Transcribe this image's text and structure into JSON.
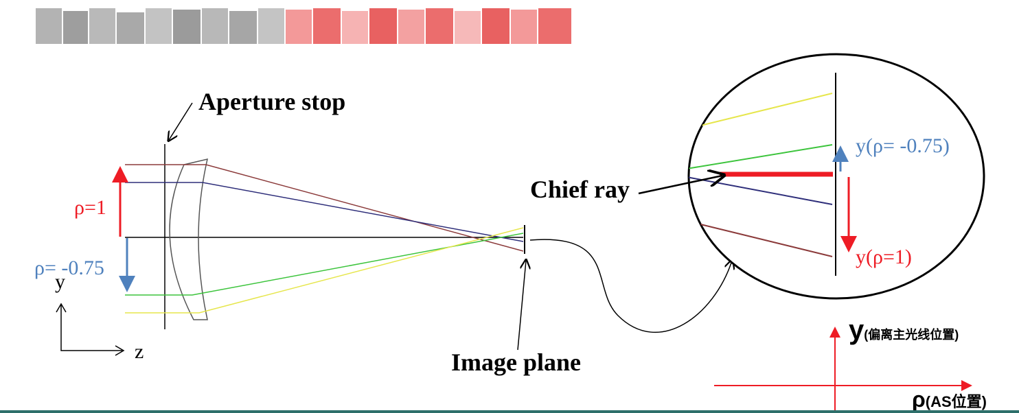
{
  "labels": {
    "aperture_stop": "Aperture stop",
    "chief_ray": "Chief ray",
    "image_plane": "Image plane",
    "rho_1": "ρ=1",
    "rho_neg075": "ρ= -0.75",
    "axis_y": "y",
    "axis_z": "z",
    "inset_y_neg075": "y(ρ= -0.75)",
    "inset_y_1": "y(ρ=1)",
    "graph_y": "y",
    "graph_y_sub": "(偏离主光线位置)",
    "graph_rho": "ρ",
    "graph_rho_sub": "(AS位置)"
  },
  "colors": {
    "red": "#ee1c25",
    "blue": "#4f81bd",
    "ray_brown": "#8b3a3a",
    "ray_navy": "#2e2e7a",
    "ray_green": "#3cc43c",
    "ray_yellow": "#e6e64c",
    "black": "#000000"
  }
}
